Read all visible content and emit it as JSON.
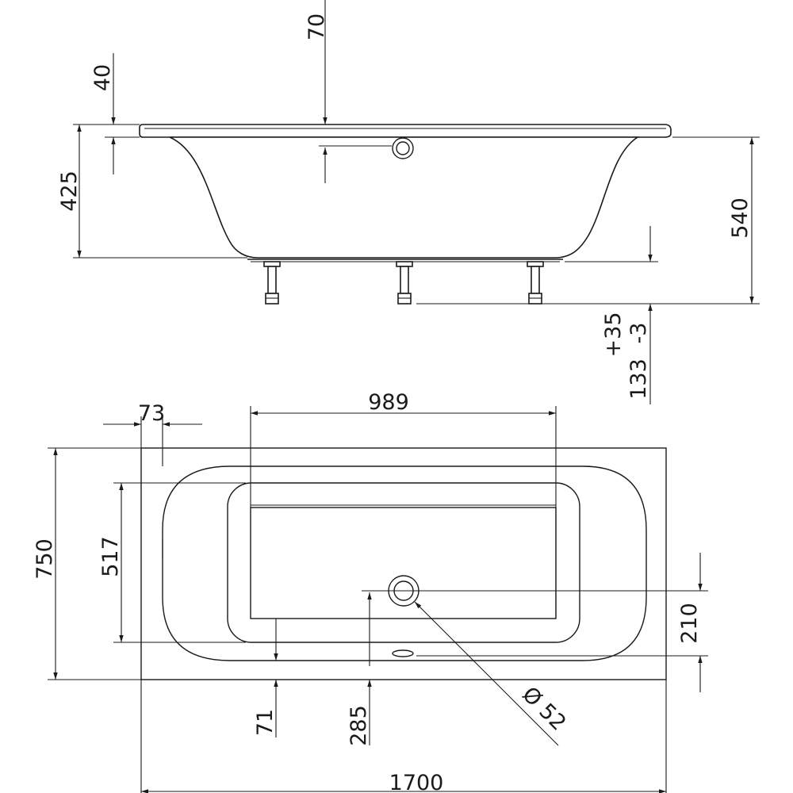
{
  "side_view": {
    "dimensions": {
      "drain_height": "70",
      "rim_thickness": "40",
      "depth": "425",
      "total_height": "540",
      "leg_adjust": "+35",
      "leg_adjust_neg": "-3",
      "leg_height": "133"
    }
  },
  "top_view": {
    "dimensions": {
      "flat_bottom_length": "989",
      "rim_offset": "73",
      "width": "750",
      "inner_width": "517",
      "drain_offset_y": "210",
      "overflow_offset": "71",
      "drain_offset_x": "285",
      "drain_diameter": "Ø 52",
      "length": "1700"
    }
  }
}
